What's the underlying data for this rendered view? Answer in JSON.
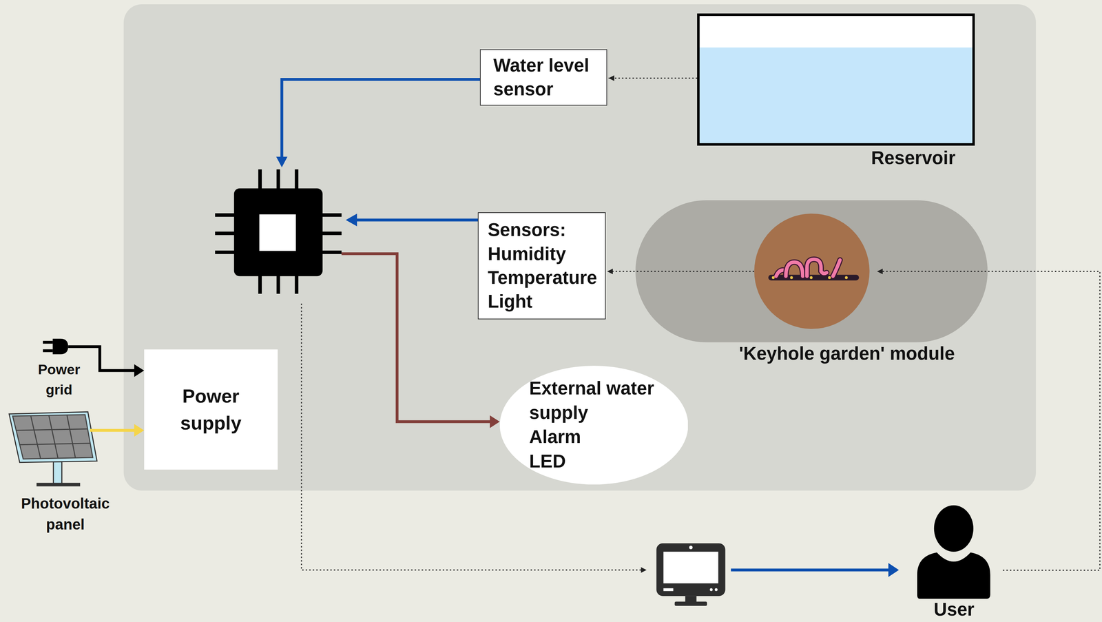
{
  "diagram": {
    "nodes": [
      {
        "text": [
          "Reservoir"
        ]
      },
      {
        "text": [
          "Water level sensor"
        ]
      },
      {
        "text": [
          "Sensors:",
          "Humidity",
          "Temperature",
          "Light"
        ]
      },
      {
        "text": [
          "'Keyhole garden' module"
        ]
      },
      {
        "text": [
          "Power grid"
        ]
      },
      {
        "text": [
          "Power supply"
        ]
      },
      {
        "text": [
          "External water supply",
          "Alarm",
          "LED"
        ]
      },
      {
        "text": [
          "Photovoltaic panel"
        ]
      },
      {
        "text": [
          "User"
        ]
      }
    ],
    "edges": [
      {
        "from": 0,
        "to": 1,
        "arrow": "to"
      },
      {
        "from": 3,
        "to": 2,
        "arrow": "to"
      },
      {
        "from": 8,
        "to": 3,
        "arrow": "to"
      },
      {
        "from": 4,
        "to": 5,
        "arrow": "to"
      },
      {
        "from": 7,
        "to": 5,
        "arrow": "to"
      }
    ]
  }
}
